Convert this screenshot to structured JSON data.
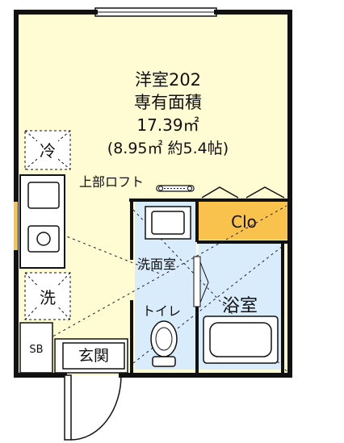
{
  "room": {
    "name": "洋室202",
    "area_label": "専有面積",
    "area": "17.39㎡",
    "area_detail": "(8.95㎡ 約5.4帖)"
  },
  "labels": {
    "fridge": "冷",
    "washer": "洗",
    "loft": "上部ロフト",
    "closet": "Clo",
    "washroom": "洗面室",
    "toilet": "トイレ",
    "bathroom": "浴室",
    "entrance": "玄関",
    "shoe_box": "SB"
  },
  "colors": {
    "room": "#FFFBD3",
    "wet_area": "#D9ECFB",
    "closet": "#F9C24C",
    "wall": "#111111"
  }
}
